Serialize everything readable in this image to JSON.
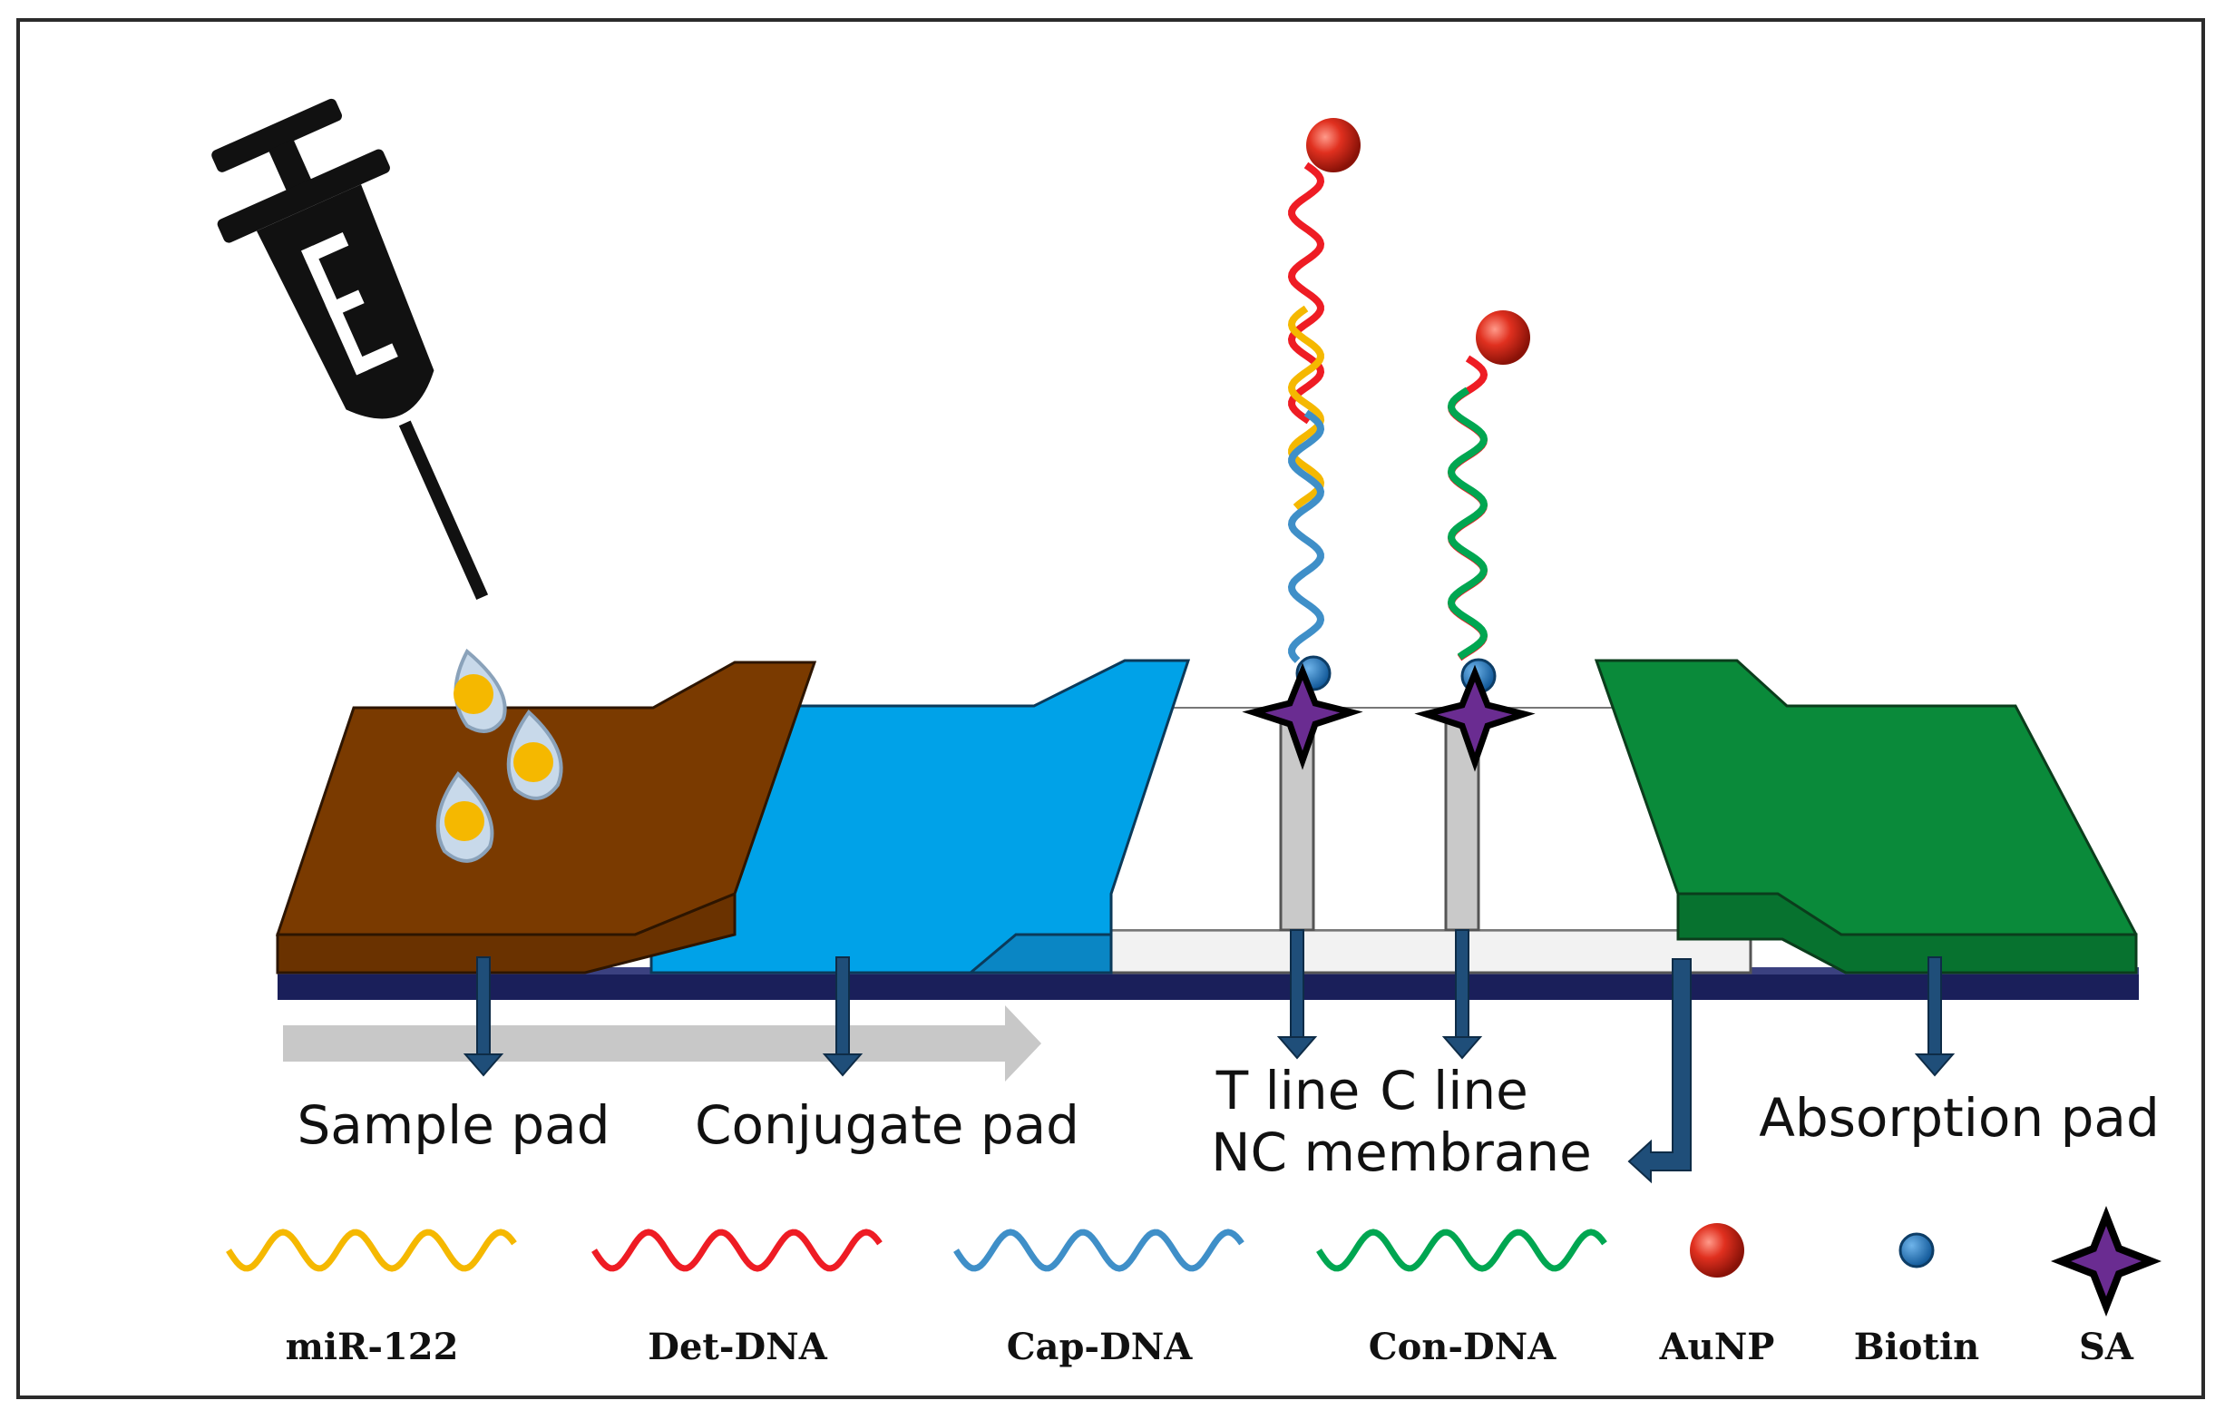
{
  "labels": {
    "sample_pad": "Sample pad",
    "conjugate_pad": "Conjugate pad",
    "t_line": "T line",
    "c_line": "C line",
    "nc_membrane": "NC membrane",
    "absorption_pad": "Absorption pad"
  },
  "legend": [
    {
      "key": "mir122",
      "label": "miR-122",
      "color": "#f5b800",
      "kind": "wave"
    },
    {
      "key": "det_dna",
      "label": "Det-DNA",
      "color": "#ee1c24",
      "kind": "wave"
    },
    {
      "key": "cap_dna",
      "label": "Cap-DNA",
      "color": "#3f8fc8",
      "kind": "wave"
    },
    {
      "key": "con_dna",
      "label": "Con-DNA",
      "color": "#00a651",
      "kind": "wave"
    },
    {
      "key": "aunp",
      "label": "AuNP",
      "color": "#d7281f",
      "kind": "sphere"
    },
    {
      "key": "biotin",
      "label": "Biotin",
      "color": "#1f77c0",
      "kind": "dot"
    },
    {
      "key": "sa",
      "label": "SA",
      "color": "#6a2c91",
      "kind": "star"
    }
  ],
  "colors": {
    "sample_pad": "#7a3a00",
    "conjugate_pad": "#00a2e8",
    "absorption_pad": "#0a8a3a",
    "backing": "#1a1f5a",
    "membrane": "#f2f2f2",
    "arrow": "#1f4e79",
    "flow_arrow": "#c8c8c8"
  },
  "icons": [
    "syringe-icon",
    "droplet-icon",
    "flow-direction-arrow-icon"
  ]
}
